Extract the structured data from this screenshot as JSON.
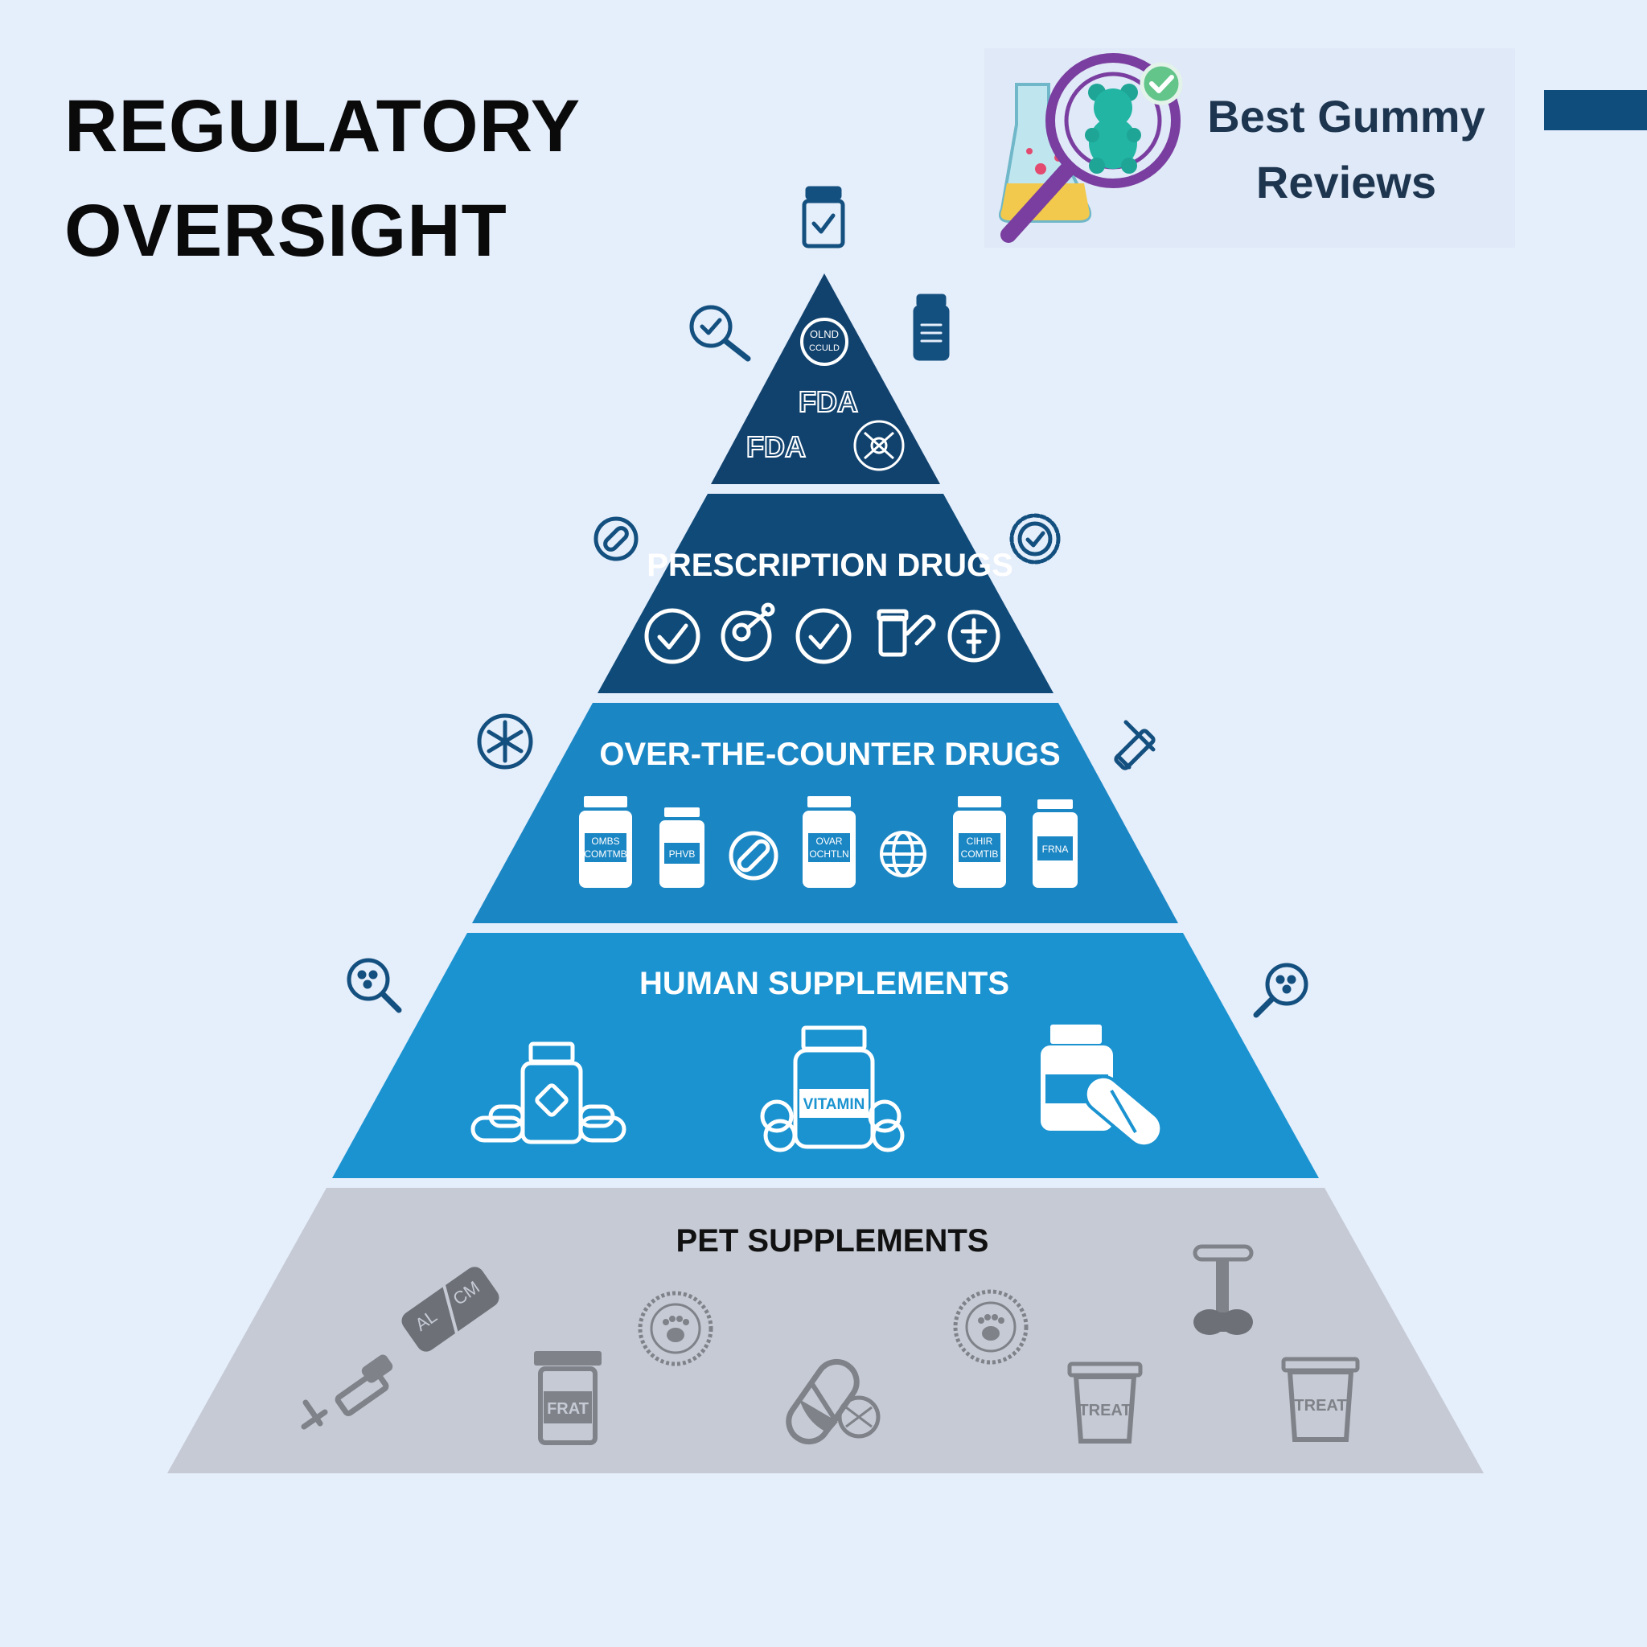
{
  "title": {
    "line1": "REGULATORY",
    "line2": "OVERSIGHT"
  },
  "brand": {
    "line1": "Best Gummy",
    "line2": "Reviews",
    "logo_icon": "gummy-bear-magnifier-flask-icon"
  },
  "pyramid": {
    "apex": {
      "badge_texts": [
        "FDA",
        "FDA"
      ],
      "seal_text": "OLND CCULD",
      "color": "#11426e"
    },
    "tiers": [
      {
        "label": "PRESCRIPTION DRUGS",
        "color": "#0f4a78",
        "label_color": "#ffffff",
        "icons": [
          "check-circle-icon",
          "molecule-circle-icon",
          "check-circle-icon",
          "pill-bottle-icon",
          "syringe-circle-icon"
        ]
      },
      {
        "label": "OVER-THE-COUNTER DRUGS",
        "color": "#1b86c4",
        "label_color": "#ffffff",
        "icons": [
          "bottle-icon",
          "bottle-icon",
          "pill-circle-icon",
          "bottle-icon",
          "globe-icon",
          "bottle-icon",
          "bottle-icon"
        ],
        "bottle_labels": [
          "OMBS COMTMB",
          "PHVB",
          "OVAR OCHTLN",
          "CIHIR COMTIB",
          "FRNA"
        ]
      },
      {
        "label": "HUMAN SUPPLEMENTS",
        "color": "#1a93d0",
        "label_color": "#ffffff",
        "icons": [
          "supplement-bottle-icon",
          "vitamin-bottle-icon",
          "capsule-bottle-icon"
        ],
        "bottle_labels": [
          "VITAMIN"
        ]
      },
      {
        "label": "PET SUPPLEMENTS",
        "color": "#c5cad5",
        "label_color": "#111111",
        "icons": [
          "syringe-icon",
          "pill-blister-icon",
          "paw-seal-icon",
          "treat-jar-icon",
          "capsule-icon",
          "paw-seal-icon",
          "treat-jar-icon",
          "bone-icon",
          "treat-jar-icon"
        ],
        "item_labels": [
          "AL",
          "CM",
          "FRAT",
          "TREAT",
          "TREAT"
        ]
      }
    ],
    "side_icons": [
      "bottle-check-icon",
      "magnifier-check-icon",
      "bottle-icon",
      "no-pill-icon",
      "check-badge-icon",
      "asterisk-circle-icon",
      "pipette-icon",
      "magnifier-bacteria-icon",
      "magnifier-bacteria-icon"
    ]
  }
}
